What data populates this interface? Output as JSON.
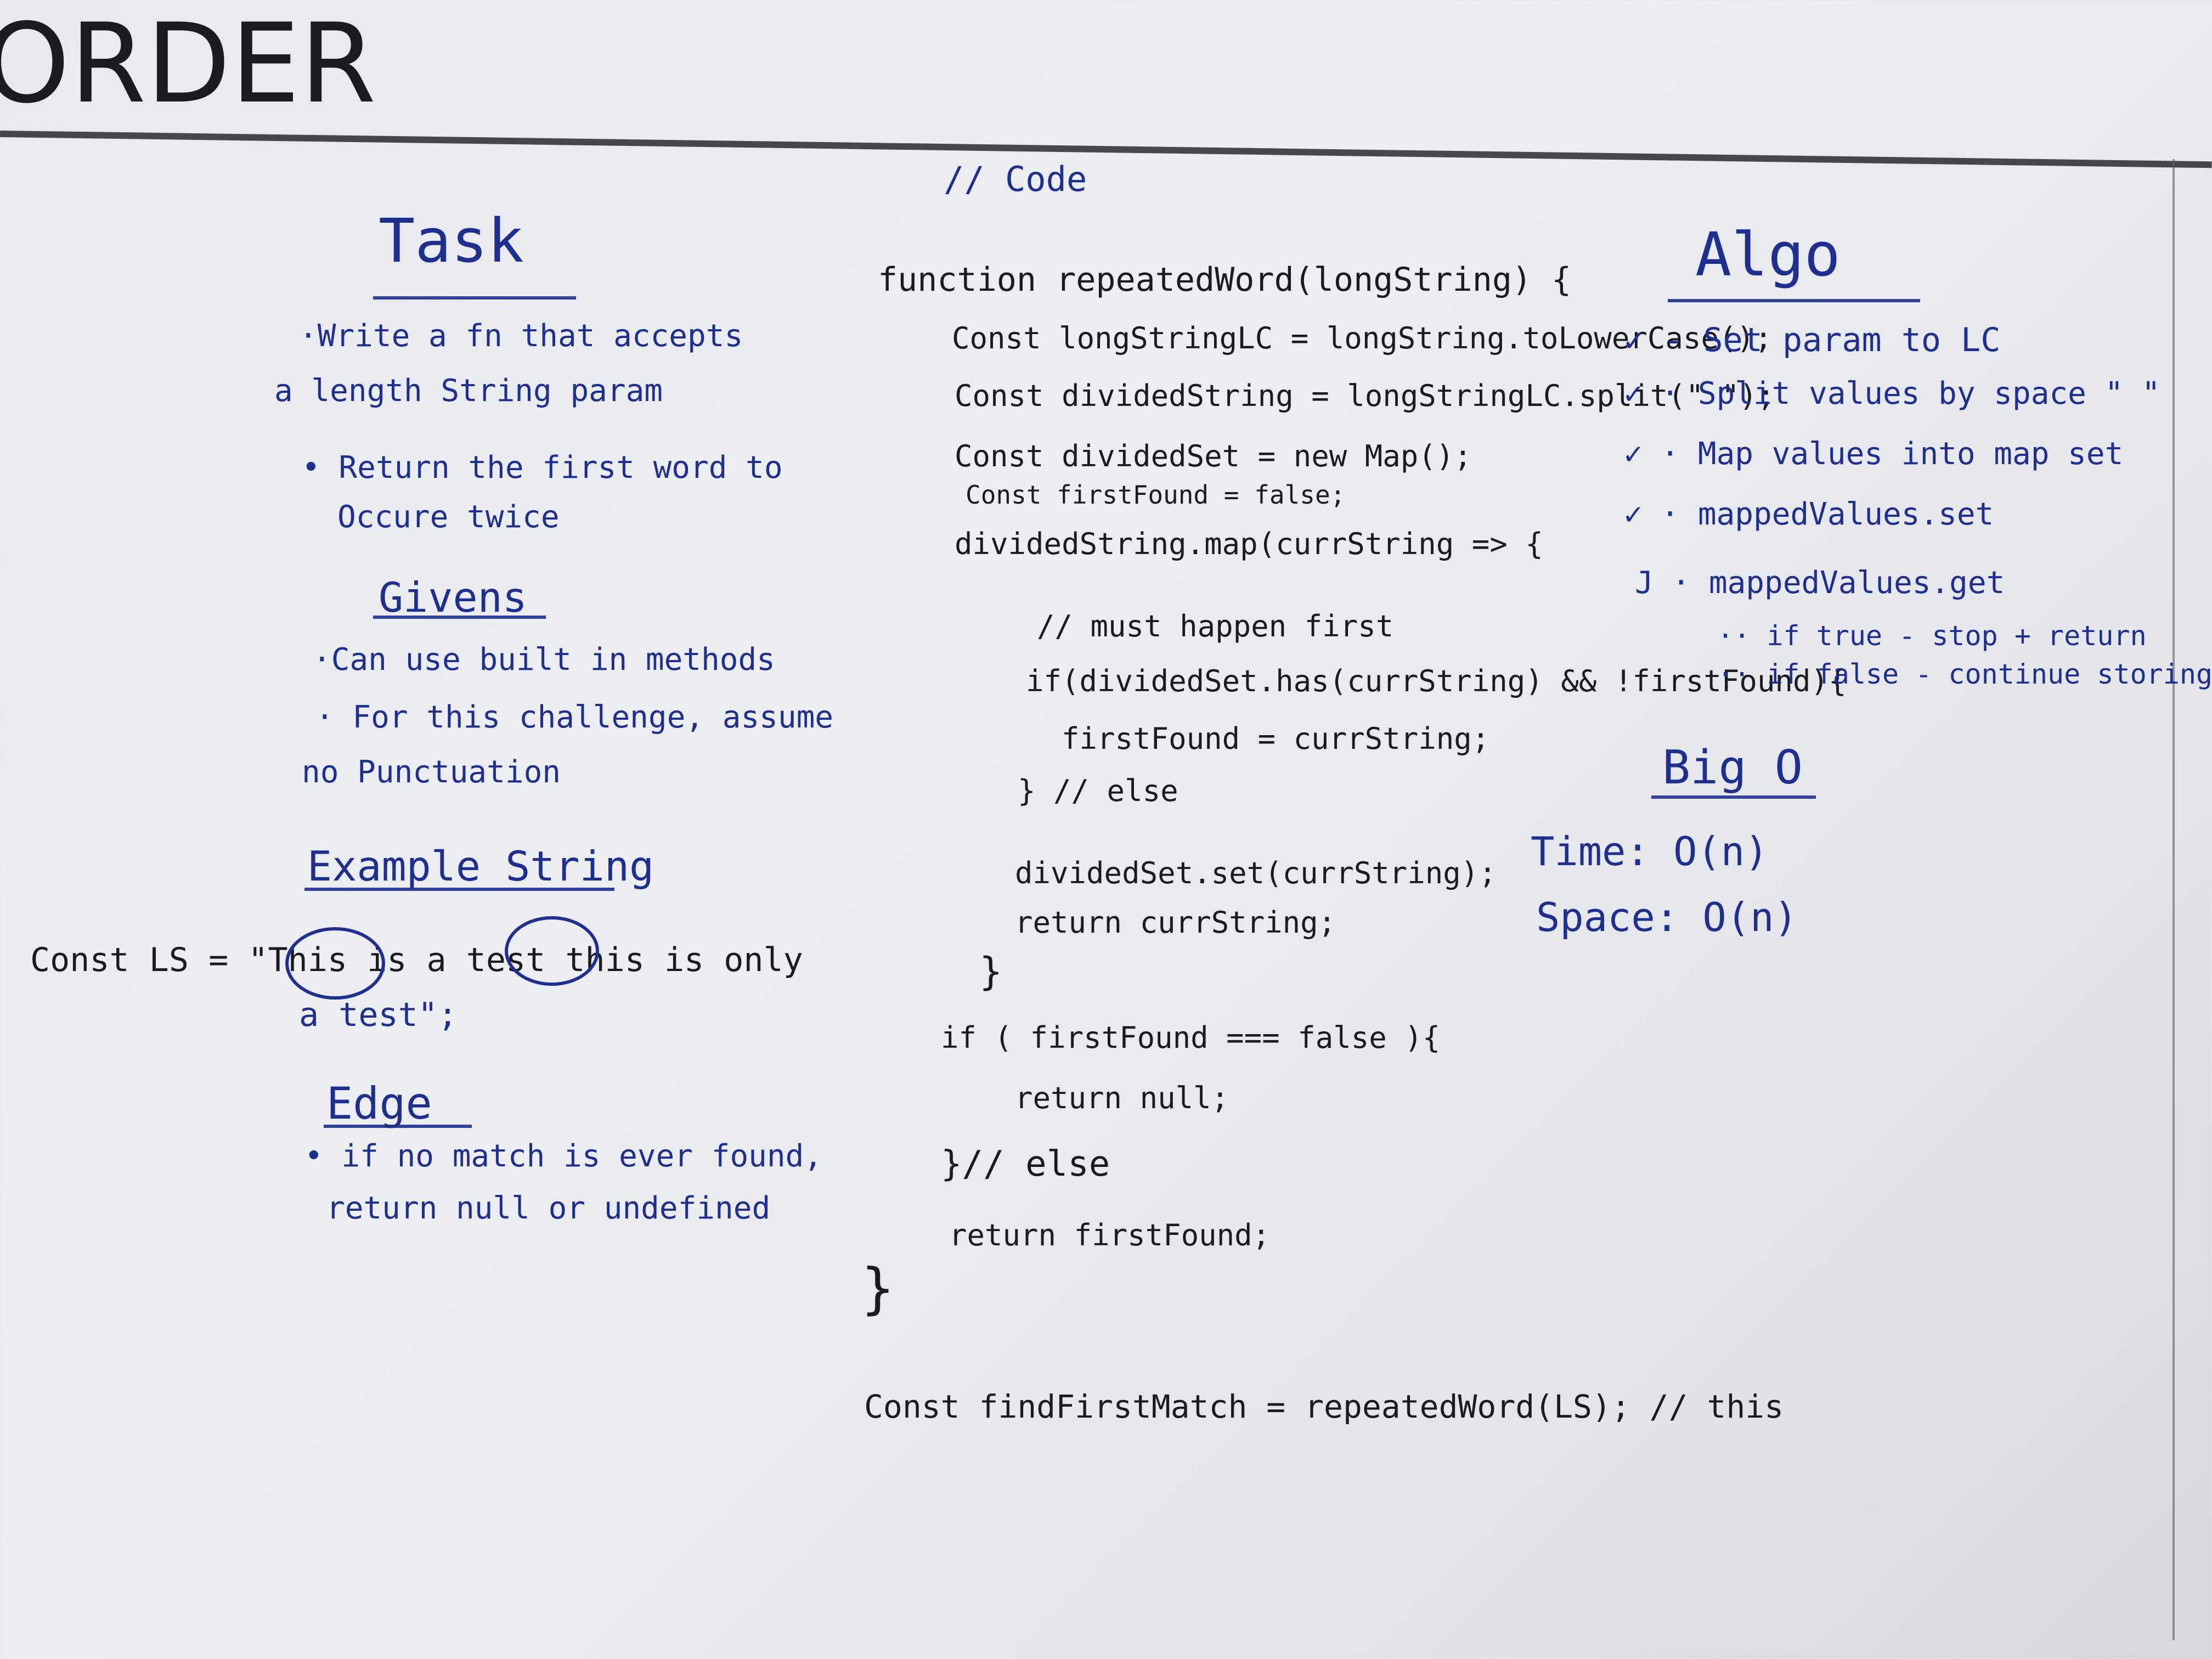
{
  "title": "ORDER",
  "task": {
    "heading": "Task",
    "lines": [
      "·Write a fn that accepts",
      "a length String param",
      "• Return the first word to",
      "Occure twice"
    ]
  },
  "givens": {
    "heading": "Givens",
    "lines": [
      "·Can use built in methods",
      "· For this challenge, assume",
      "no Punctuation"
    ]
  },
  "example": {
    "heading": "Example String",
    "line1": "Const LS = \"This is a test this is only",
    "line2": "a test\";"
  },
  "edge": {
    "heading": "Edge",
    "lines": [
      "• if no match is ever found,",
      "return null or undefined"
    ]
  },
  "code": {
    "comment": "// Code",
    "lines": [
      "function repeatedWord(longString) {",
      "Const longStringLC = longString.toLowerCase();",
      "Const dividedString = longStringLC.split(\" \");",
      "Const dividedSet = new Map();",
      "Const firstFound = false;",
      "dividedString.map(currString => {",
      "// must happen first",
      "if(dividedSet.has(currString) && !firstFound){",
      "firstFound = currString;",
      "} // else",
      "dividedSet.set(currString);",
      "return currString;",
      "}",
      "if ( firstFound === false ){",
      "return null;",
      "}// else",
      "return firstFound;",
      "}",
      "Const findFirstMatch = repeatedWord(LS); // this"
    ]
  },
  "algo": {
    "heading": "Algo",
    "lines": [
      "✓ - Set param to LC",
      "✓ · Split values by space \" \"",
      "✓ · Map values into map set",
      "✓ · mappedValues.set",
      "J · mappedValues.get",
      "·· if true - stop + return",
      "·· if false - continue storing"
    ]
  },
  "bigo": {
    "heading": "Big O",
    "time": "Time: O(n)",
    "space": "Space: O(n)"
  }
}
